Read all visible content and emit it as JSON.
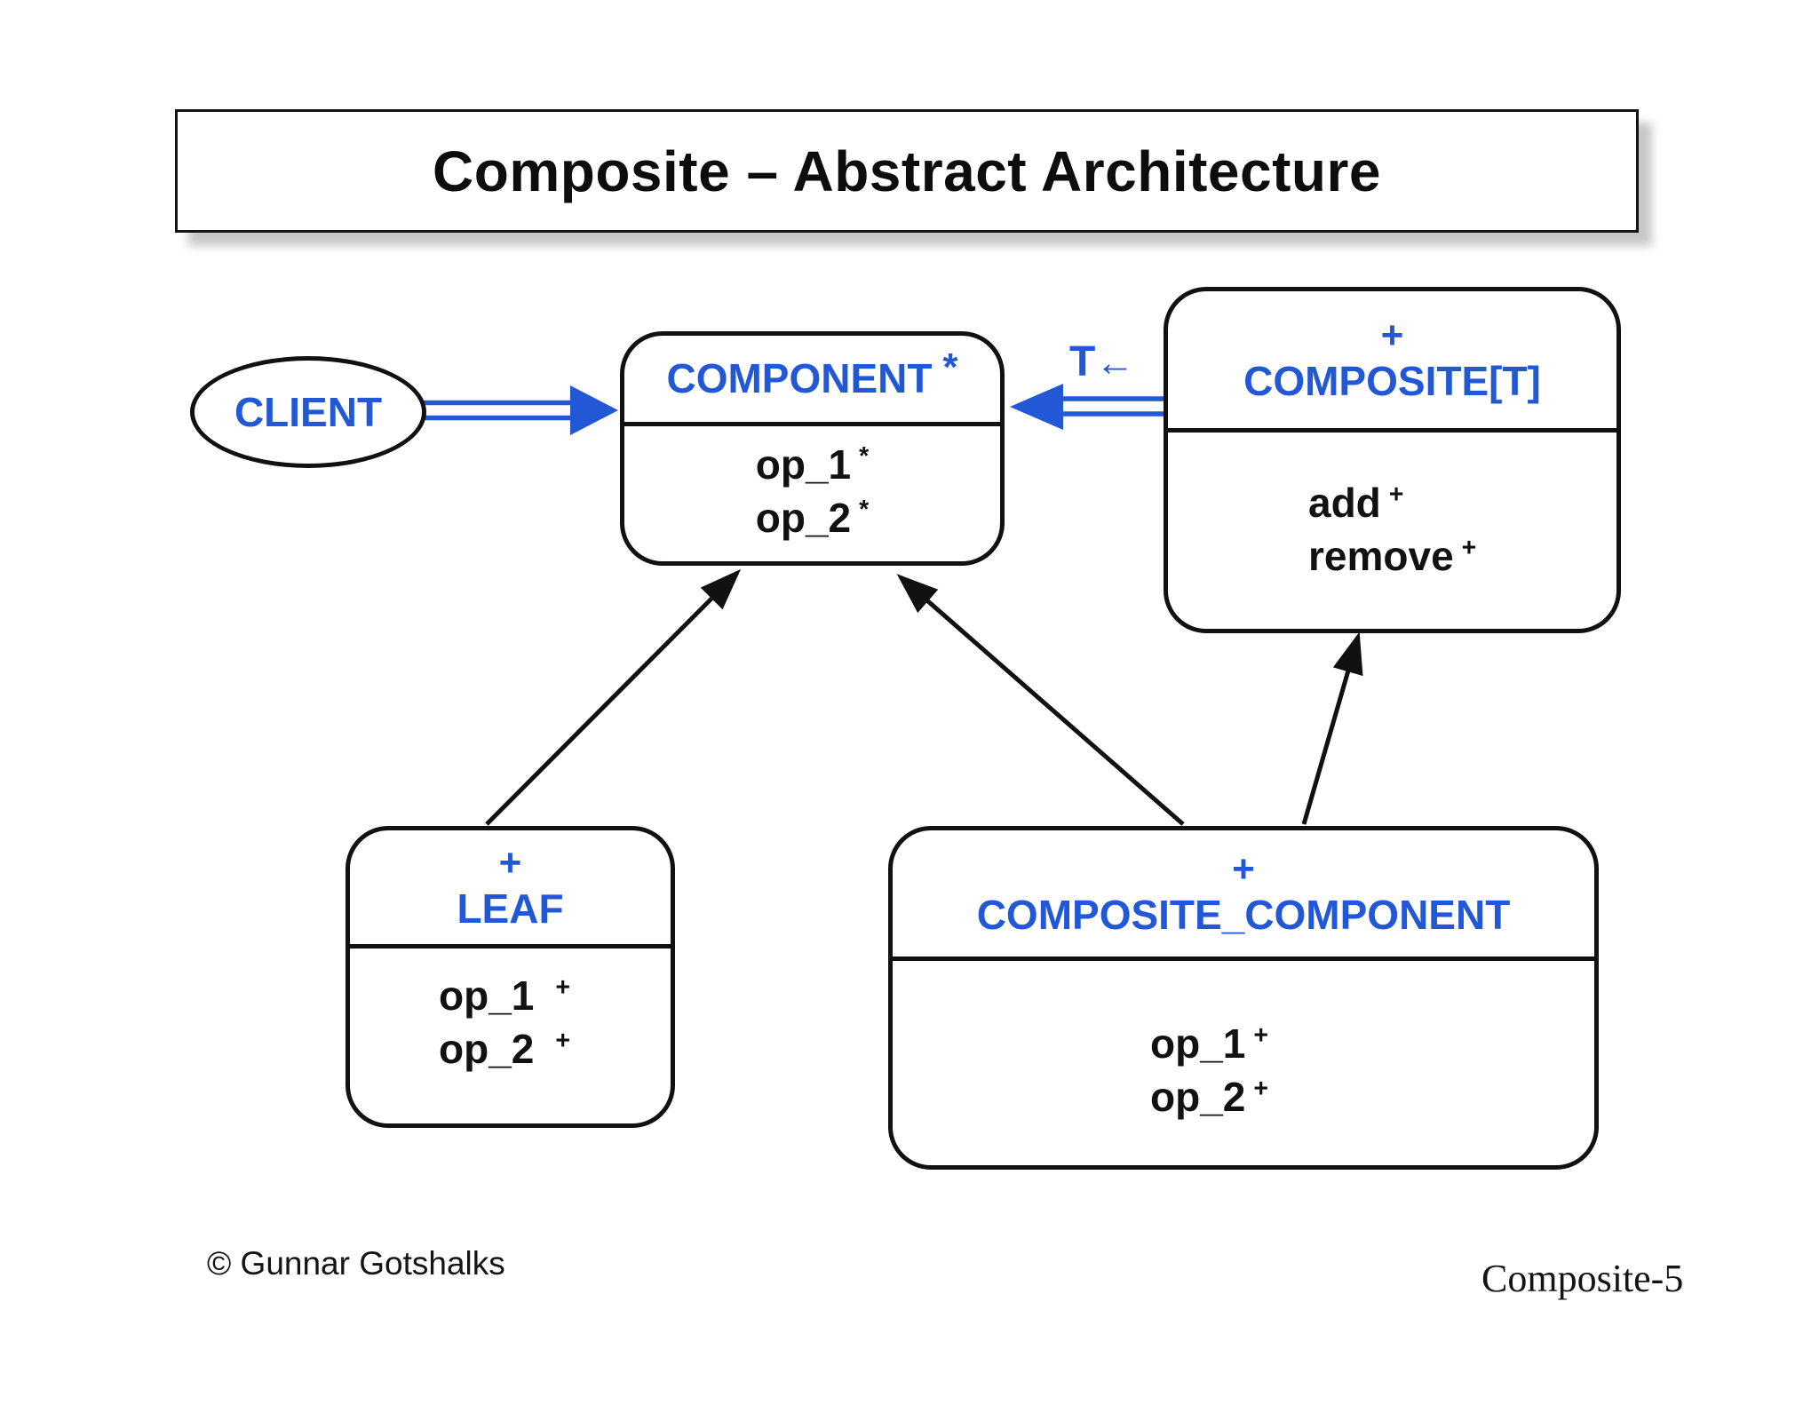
{
  "title": {
    "text": "Composite – Abstract Architecture"
  },
  "client": {
    "label": "CLIENT"
  },
  "generic_label": {
    "t": "T",
    "arrow": "←"
  },
  "classes": {
    "component": {
      "name": "COMPONENT",
      "name_sup": "*",
      "ops": [
        {
          "text": "op_1",
          "sup": "*"
        },
        {
          "text": "op_2",
          "sup": "*"
        }
      ]
    },
    "composite_t": {
      "plus": "+",
      "name": "COMPOSITE[T]",
      "ops": [
        {
          "text": "add",
          "sup": "+"
        },
        {
          "text": "remove",
          "sup": "+"
        }
      ]
    },
    "leaf": {
      "plus": "+",
      "name": "LEAF",
      "ops": [
        {
          "text": "op_1",
          "sup": "+"
        },
        {
          "text": "op_2",
          "sup": "+"
        }
      ]
    },
    "composite_component": {
      "plus": "+",
      "name": "COMPOSITE_COMPONENT",
      "ops": [
        {
          "text": "op_1",
          "sup": "+"
        },
        {
          "text": "op_2",
          "sup": "+"
        }
      ]
    }
  },
  "footer": {
    "left": "© Gunnar Gotshalks",
    "right": "Composite-5"
  },
  "colors": {
    "accent_blue": "#2258d6",
    "ink": "#111111"
  }
}
